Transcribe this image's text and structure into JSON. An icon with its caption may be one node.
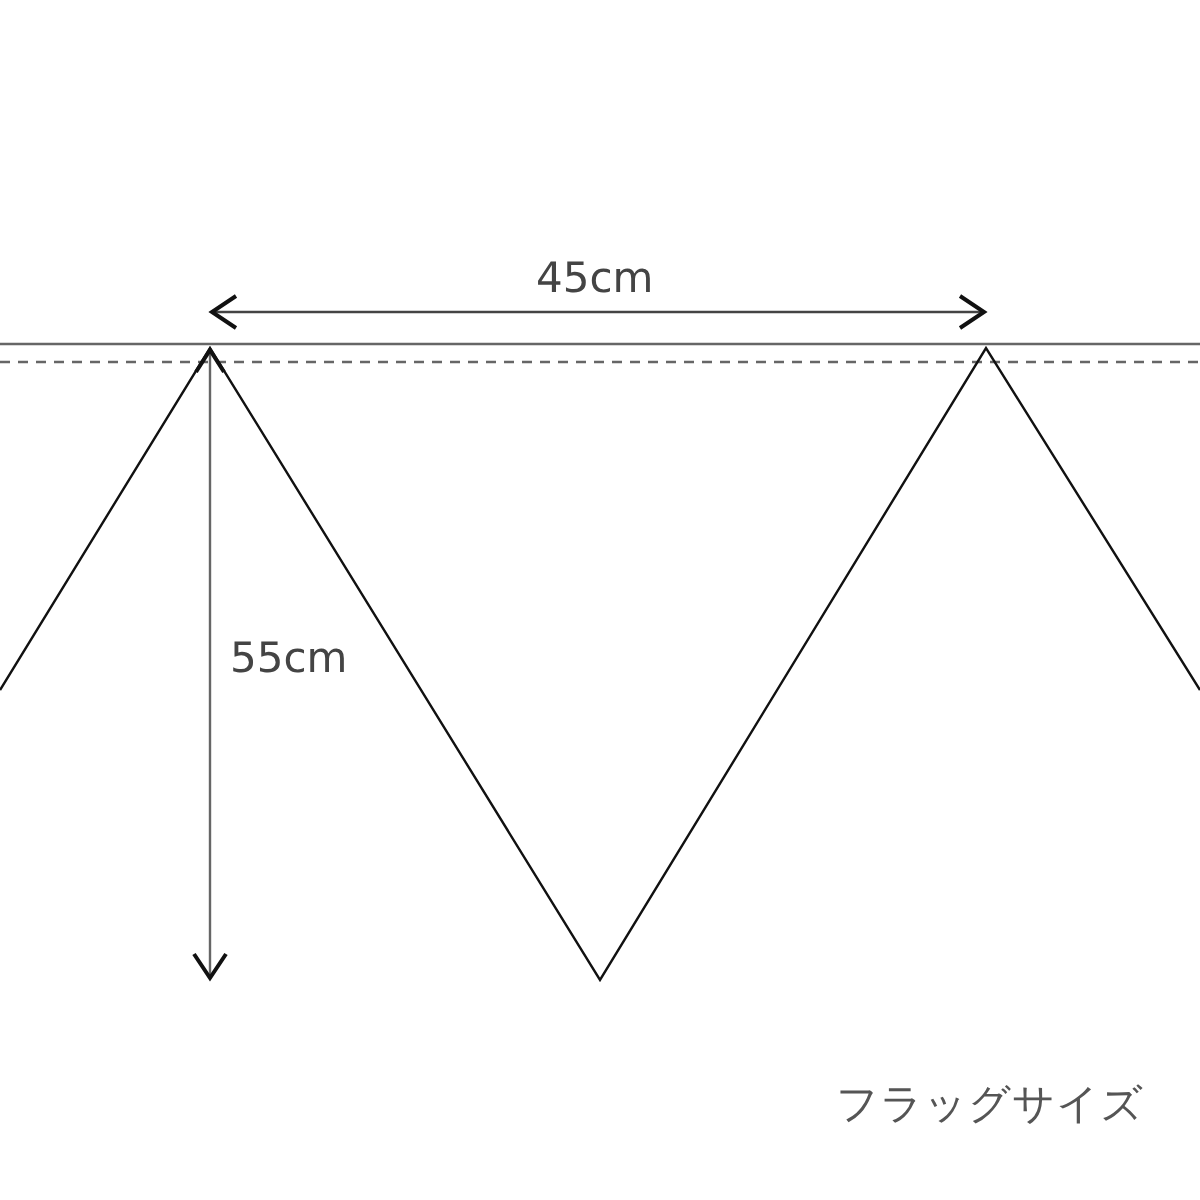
{
  "diagram": {
    "caption": "フラッグサイズ",
    "labels": [
      "45cm",
      "55cm"
    ]
  }
}
